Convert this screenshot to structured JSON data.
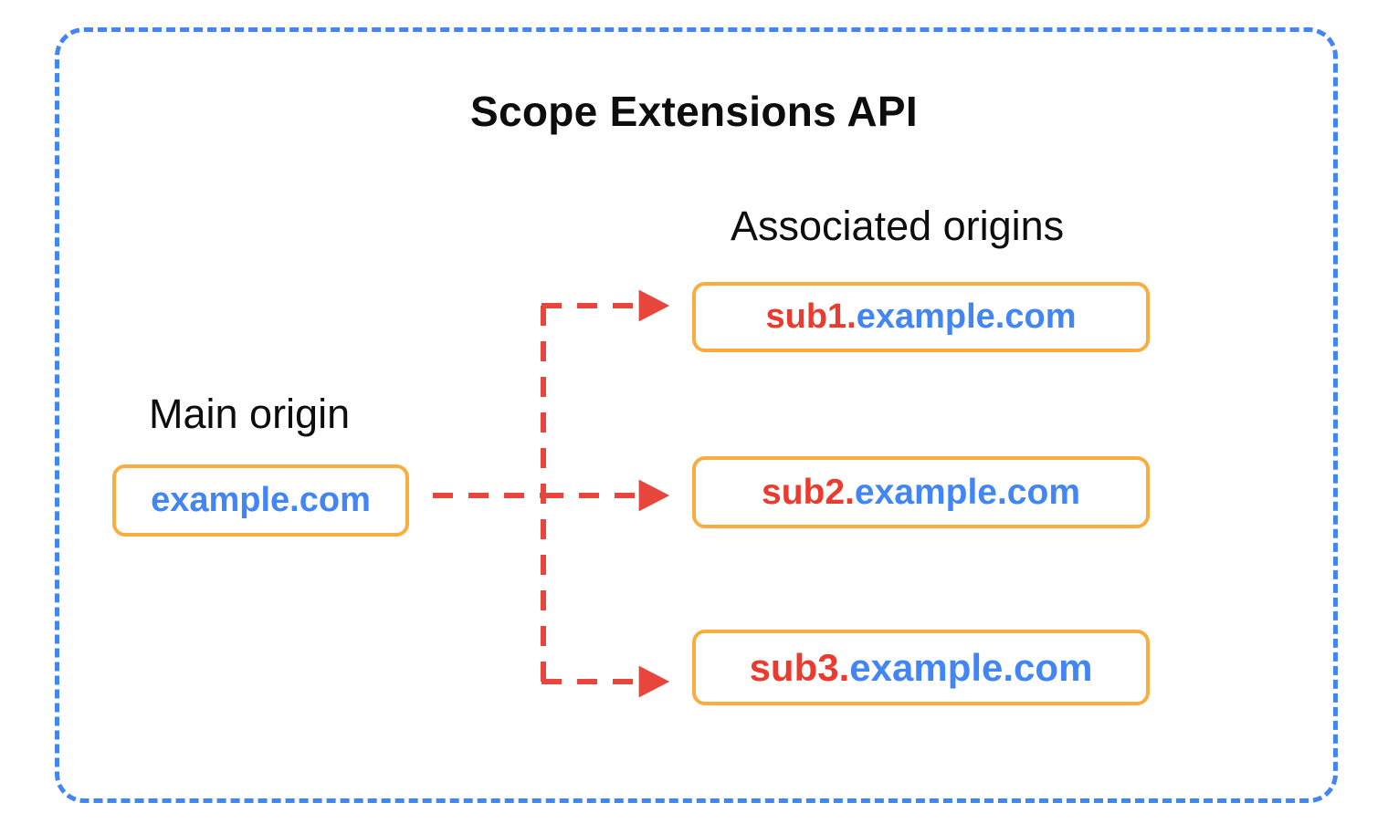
{
  "diagram": {
    "title": "Scope Extensions API",
    "frame": {
      "border_color": "#4285F4",
      "style": "dashed"
    },
    "labels": {
      "main_origin": "Main origin",
      "associated_origins": "Associated origins"
    },
    "main_origin_box": {
      "sub": "",
      "base": "example.com",
      "border_color": "#FAAD3F",
      "text_color": "#4285F4"
    },
    "associated_origin_boxes": [
      {
        "sub": "sub1.",
        "base": "example.com",
        "border_color": "#FAAD3F",
        "sub_color": "#EA3B2E",
        "base_color": "#4285F4"
      },
      {
        "sub": "sub2.",
        "base": "example.com",
        "border_color": "#FAAD3F",
        "sub_color": "#EA3B2E",
        "base_color": "#4285F4"
      },
      {
        "sub": "sub3.",
        "base": "example.com",
        "border_color": "#FAAD3F",
        "sub_color": "#EA3B2E",
        "base_color": "#4285F4"
      }
    ],
    "connectors": {
      "color": "#E8453C",
      "style": "dashed",
      "arrow_count": 3
    }
  }
}
